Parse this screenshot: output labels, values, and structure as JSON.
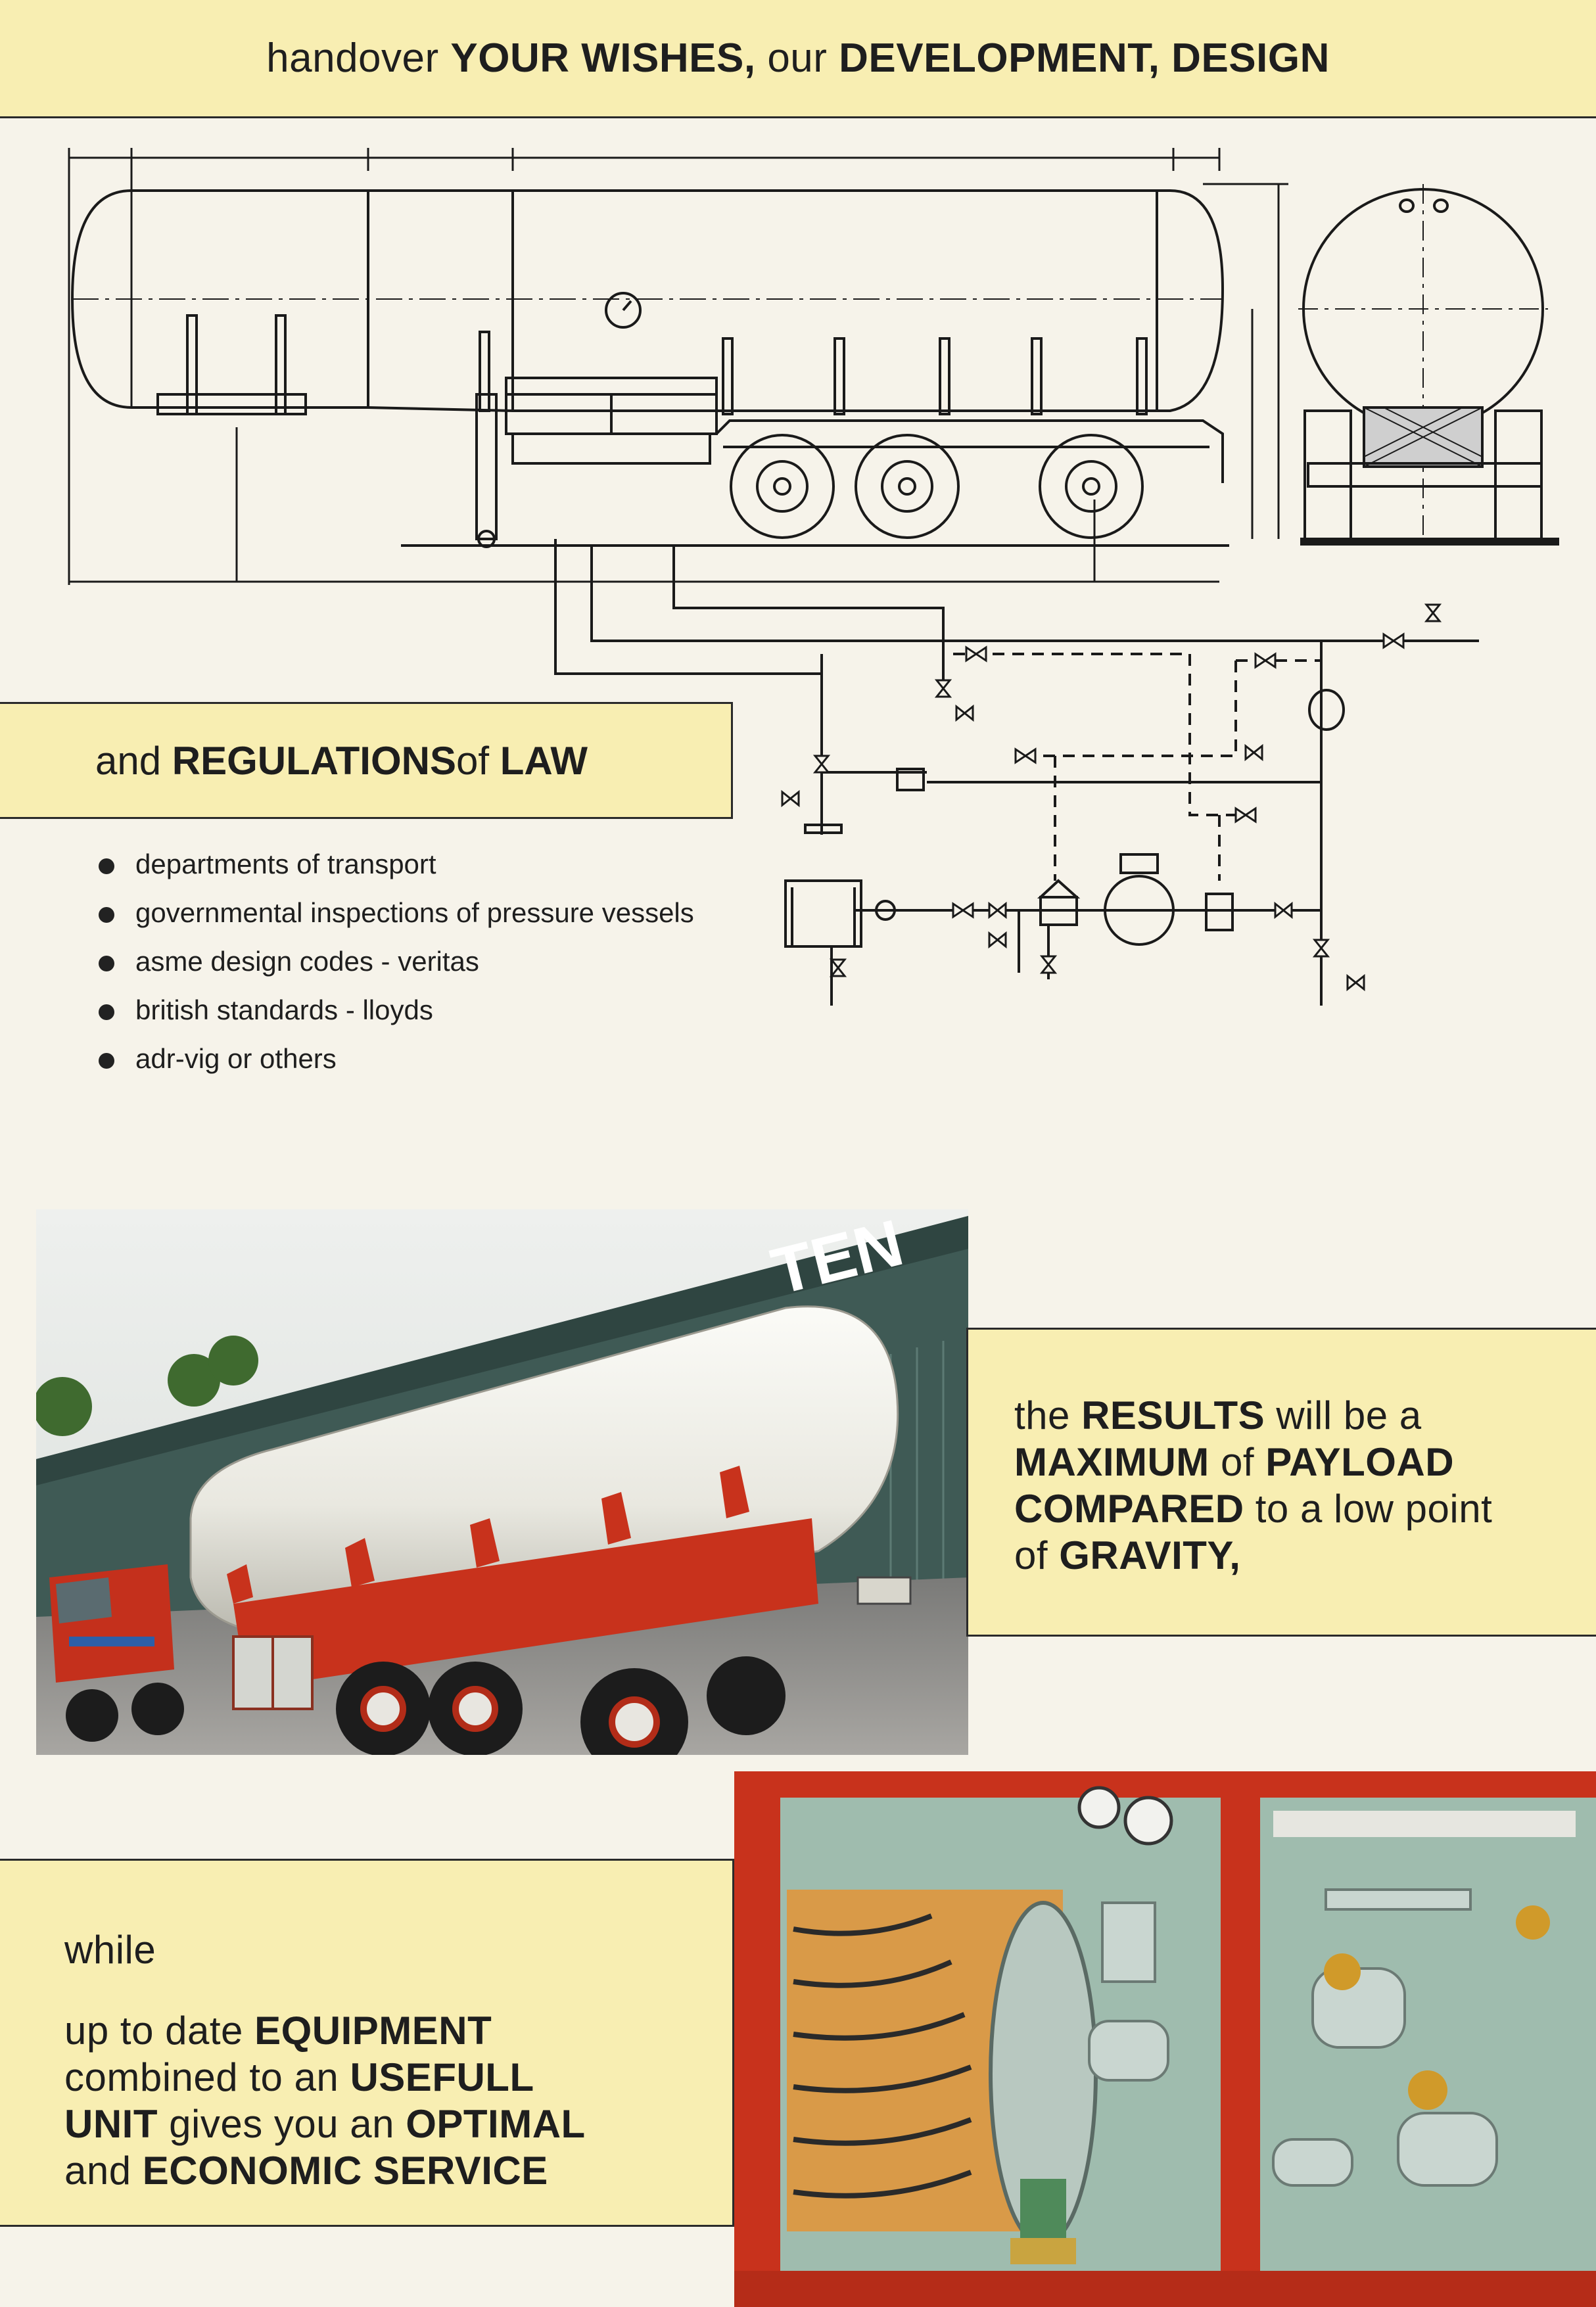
{
  "header": {
    "part1": "handover",
    "part2": "YOUR WISHES,",
    "part3": "our",
    "part4": "DEVELOPMENT, DESIGN"
  },
  "law_band": {
    "part1": "and",
    "part2": "REGULATIONS",
    "part3": "of",
    "part4": "LAW"
  },
  "regulations": [
    "departments of transport",
    "governmental inspections of pressure vessels",
    "asme design codes  -  veritas",
    "british standards  -  lloyds",
    "adr-vig or others"
  ],
  "results_band": {
    "line1_a": "the",
    "line1_b": "RESULTS",
    "line1_c": "will be a",
    "line2_a": "MAXIMUM",
    "line2_b": "of",
    "line2_c": "PAYLOAD",
    "line3_a": "COMPARED",
    "line3_b": "to a low point",
    "line4_a": "of",
    "line4_b": "GRAVITY,"
  },
  "while_band": {
    "line0": "while",
    "line1_a": "up to date",
    "line1_b": "EQUIPMENT",
    "line2_a": "combined to an",
    "line2_b": "USEFULL",
    "line3_a": "UNIT",
    "line3_b": "gives you an",
    "line3_c": "OPTIMAL",
    "line4_a": "and",
    "line4_b": "ECONOMIC SERVICE"
  },
  "photo_truck": {
    "building_lettering": "TEN"
  },
  "colors": {
    "band": "#f8eeb2",
    "paper": "#f6f3ea",
    "truck_red": "#c8321c",
    "tank_white": "#ecebe4"
  },
  "icons": [
    "bullet-dot-icon",
    "valve-icon",
    "pressure-gauge-icon",
    "pump-icon"
  ]
}
